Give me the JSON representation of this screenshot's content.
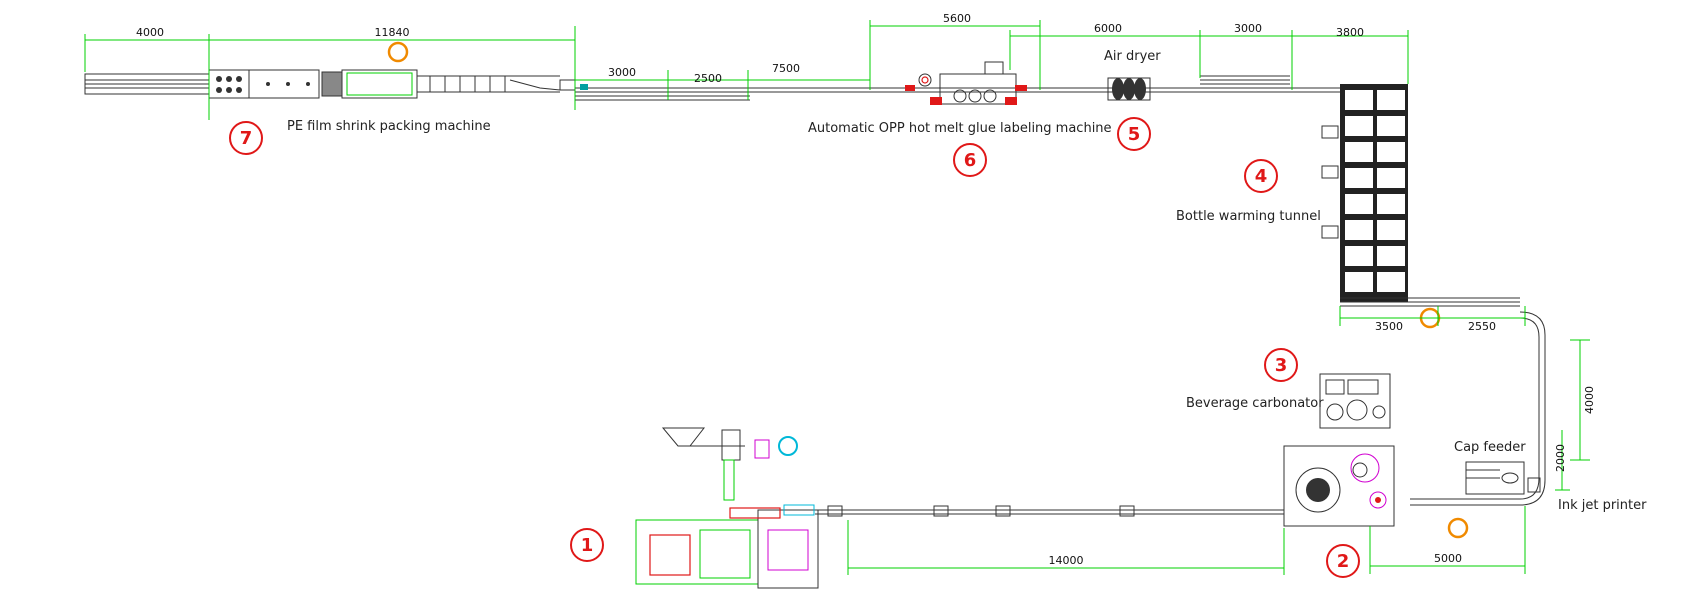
{
  "labels": {
    "pe_film": "PE film shrink packing machine",
    "labeling": "Automatic OPP hot melt glue labeling machine",
    "air_dryer": "Air dryer",
    "warming": "Bottle warming tunnel",
    "carbonator": "Beverage carbonator",
    "cap_feeder": "Cap feeder",
    "ink_jet": "Ink jet printer"
  },
  "numbers": {
    "n1": "1",
    "n2": "2",
    "n3": "3",
    "n4": "4",
    "n5": "5",
    "n6": "6",
    "n7": "7"
  },
  "dimensions": {
    "d4000_top": "4000",
    "d11840": "11840",
    "d3000_a": "3000",
    "d2500": "2500",
    "d7500": "7500",
    "d5600": "5600",
    "d6000": "6000",
    "d3000_b": "3000",
    "d3800": "3800",
    "d3500": "3500",
    "d2550": "2550",
    "d4000_v": "4000",
    "d2000": "2000",
    "d14000": "14000",
    "d5000": "5000"
  },
  "colors": {
    "dimension": "#00d000",
    "circle_number": "#e01818",
    "operator": "#f08a00",
    "machine_cyan": "#00b8d8",
    "machine_magenta": "#d000d0"
  }
}
